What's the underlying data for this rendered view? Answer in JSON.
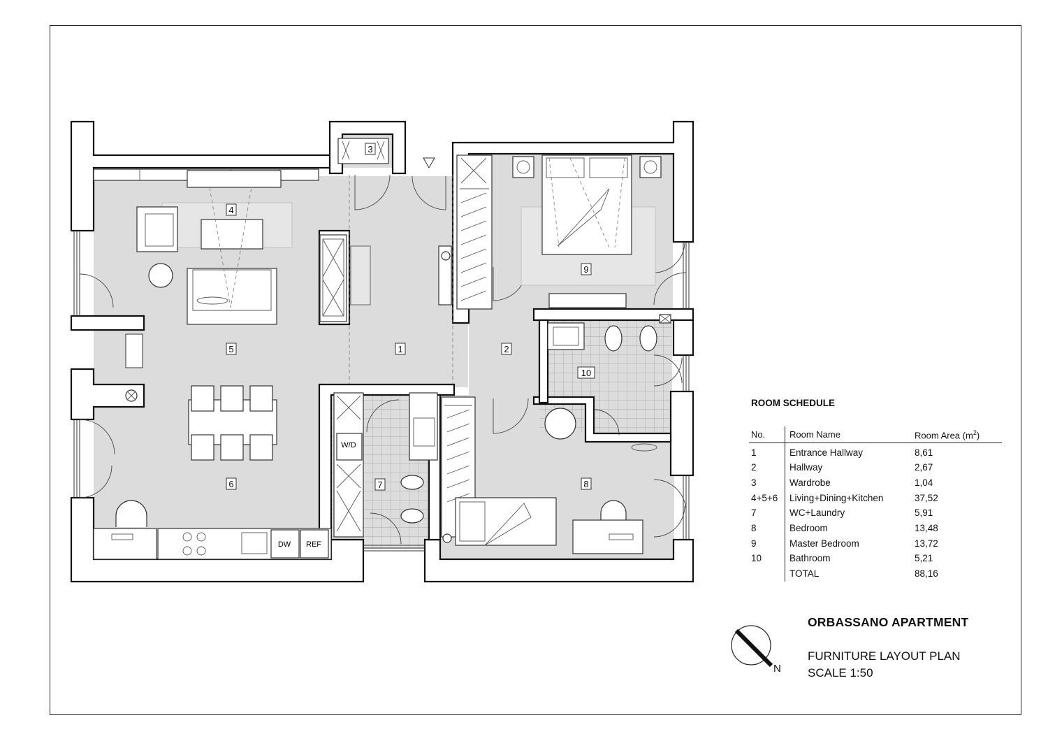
{
  "room_tags": [
    "1",
    "2",
    "3",
    "4",
    "5",
    "6",
    "7",
    "8",
    "9",
    "10"
  ],
  "fixture_labels": {
    "washer_dryer": "W/D",
    "dishwasher": "DW",
    "refrigerator": "REF"
  },
  "room_schedule": {
    "title": "ROOM SCHEDULE",
    "headers": {
      "no": "No.",
      "name": "Room Name",
      "area": "Room Area (m",
      "area_sup": "2",
      "area_close": ")"
    },
    "rows": [
      {
        "no": "1",
        "name": "Entrance Hallway",
        "area": "8,61"
      },
      {
        "no": "2",
        "name": "Hallway",
        "area": "2,67"
      },
      {
        "no": "3",
        "name": "Wardrobe",
        "area": "1,04"
      },
      {
        "no": "4+5+6",
        "name": "Living+Dining+Kitchen",
        "area": "37,52"
      },
      {
        "no": "7",
        "name": "WC+Laundry",
        "area": "5,91"
      },
      {
        "no": "8",
        "name": "Bedroom",
        "area": "13,48"
      },
      {
        "no": "9",
        "name": "Master Bedroom",
        "area": "13,72"
      },
      {
        "no": "10",
        "name": "Bathroom",
        "area": "5,21"
      },
      {
        "no": "",
        "name": "TOTAL",
        "area": "88,16"
      }
    ]
  },
  "title_block": {
    "project": "ORBASSANO APARTMENT",
    "sheet": "FURNITURE LAYOUT PLAN",
    "scale": "SCALE 1:50",
    "north": "N"
  },
  "colors": {
    "floor": "#dcdcdc",
    "wall": "#ffffff",
    "wall_stroke": "#111111",
    "tile_grid": "#9a9a9a"
  }
}
